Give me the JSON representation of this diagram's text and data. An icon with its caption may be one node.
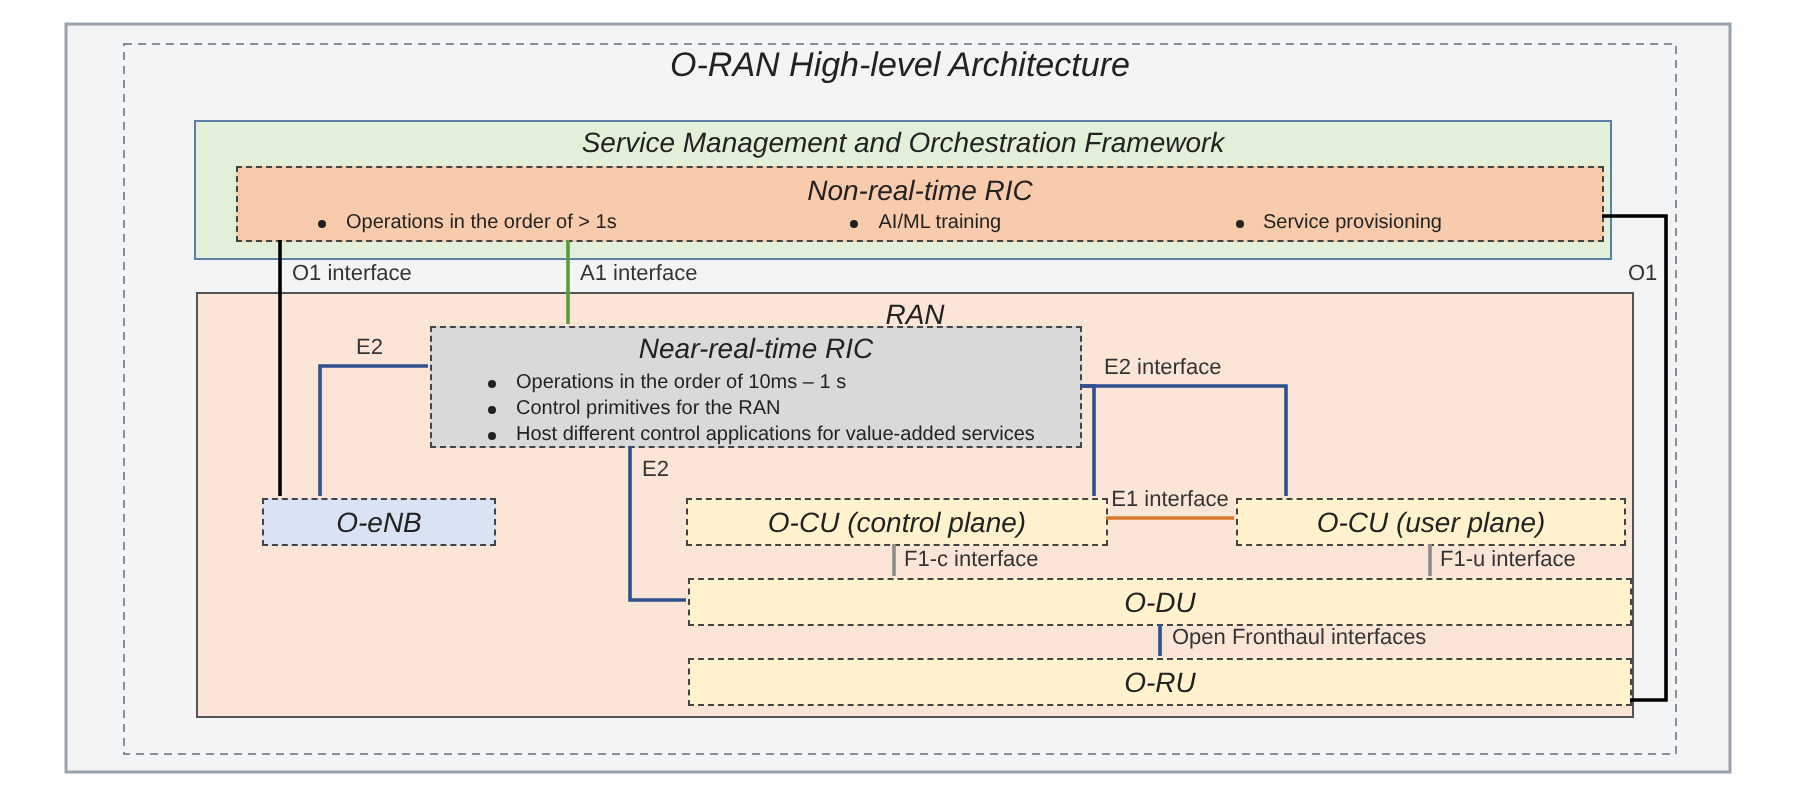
{
  "diagram": {
    "title": "O-RAN High-level Architecture",
    "nodes": [
      {
        "text": [
          "Service Management and Orchestration Framework"
        ]
      },
      {
        "text": [
          "Non-real-time RIC",
          "Operations in the order of > 1s",
          "AI/ML training",
          "Service provisioning"
        ],
        "in": 0
      },
      {
        "text": [
          "RAN"
        ]
      },
      {
        "text": [
          "Near-real-time RIC",
          "Operations in the order of 10ms – 1 s",
          "Control primitives for the RAN",
          "Host different control applications for value-added services"
        ],
        "in": 2
      },
      {
        "text": [
          "O-eNB"
        ],
        "in": 2
      },
      {
        "text": [
          "O-CU (control plane)"
        ],
        "in": 2
      },
      {
        "text": [
          "O-CU (user plane)"
        ],
        "in": 2
      },
      {
        "text": [
          "O-DU"
        ],
        "in": 2
      },
      {
        "text": [
          "O-RU"
        ],
        "in": 2
      }
    ],
    "edges": [
      {
        "from": 1,
        "to": 4,
        "arrow": "none",
        "label": "O1 interface",
        "color": "#000000"
      },
      {
        "from": 1,
        "to": 3,
        "arrow": "none",
        "label": "A1 interface",
        "color": "#5a9a3a"
      },
      {
        "from": 1,
        "to": 8,
        "arrow": "none",
        "label": "O1",
        "color": "#000000"
      },
      {
        "from": 3,
        "to": 4,
        "arrow": "none",
        "label": "E2"
      },
      {
        "from": 3,
        "to": 7,
        "arrow": "none",
        "label": "E2"
      },
      {
        "from": 3,
        "to": 5,
        "arrow": "none",
        "label": "E2 interface"
      },
      {
        "from": 3,
        "to": 6,
        "arrow": "none"
      },
      {
        "from": 5,
        "to": 6,
        "arrow": "none",
        "label": "E1 interface",
        "color": "#d9782d"
      },
      {
        "from": 5,
        "to": 7,
        "arrow": "none",
        "label": "F1-c interface",
        "color": "#8c8c8c"
      },
      {
        "from": 6,
        "to": 7,
        "arrow": "none",
        "label": "F1-u interface",
        "color": "#8c8c8c"
      },
      {
        "from": 7,
        "to": 8,
        "arrow": "none",
        "label": "Open Fronthaul interfaces"
      }
    ]
  }
}
